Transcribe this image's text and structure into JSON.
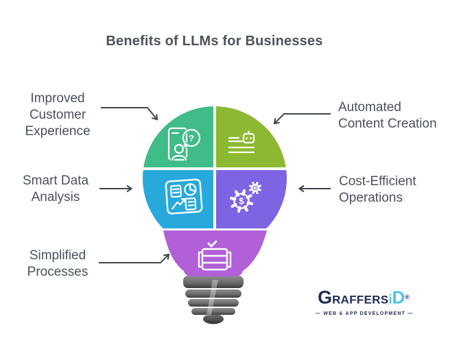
{
  "title": "Benefits of LLMs for Businesses",
  "benefits": [
    {
      "label": "Improved Customer Experience",
      "lines": [
        "Improved",
        "Customer",
        "Experience"
      ],
      "color": "#3fbc88",
      "icon": "customer-chat-icon"
    },
    {
      "label": "Automated Content Creation",
      "lines": [
        "Automated",
        "Content Creation"
      ],
      "color": "#8cb931",
      "icon": "ai-content-icon"
    },
    {
      "label": "Smart Data Analysis",
      "lines": [
        "Smart Data",
        "Analysis"
      ],
      "color": "#27a9dc",
      "icon": "analytics-clipboard-icon"
    },
    {
      "label": "Cost-Efficient Operations",
      "lines": [
        "Cost-Efficient",
        "Operations"
      ],
      "color": "#7e63e2",
      "icon": "dollar-gears-icon"
    },
    {
      "label": "Simplified Processes",
      "lines": [
        "Simplified",
        "Processes"
      ],
      "color": "#b160d8",
      "icon": "process-checklist-icon"
    }
  ],
  "icon_glyphs": {
    "question_mark": "?",
    "dollar_sign": "$"
  },
  "logo": {
    "part_g": "G",
    "part_raffers": "RAFFERS",
    "part_i": "i",
    "part_d": "D",
    "registered": "®",
    "tagline": "— WEB & APP DEVELOPMENT —",
    "navy": "#1e2c54",
    "blue": "#4ec3e9"
  },
  "colors": {
    "background": "#ffffff",
    "title_text": "#4d525b",
    "label_text": "#49505c",
    "arrow": "#3f444c",
    "divider": "#ffffff",
    "base_gray": "#6f6f6f"
  }
}
